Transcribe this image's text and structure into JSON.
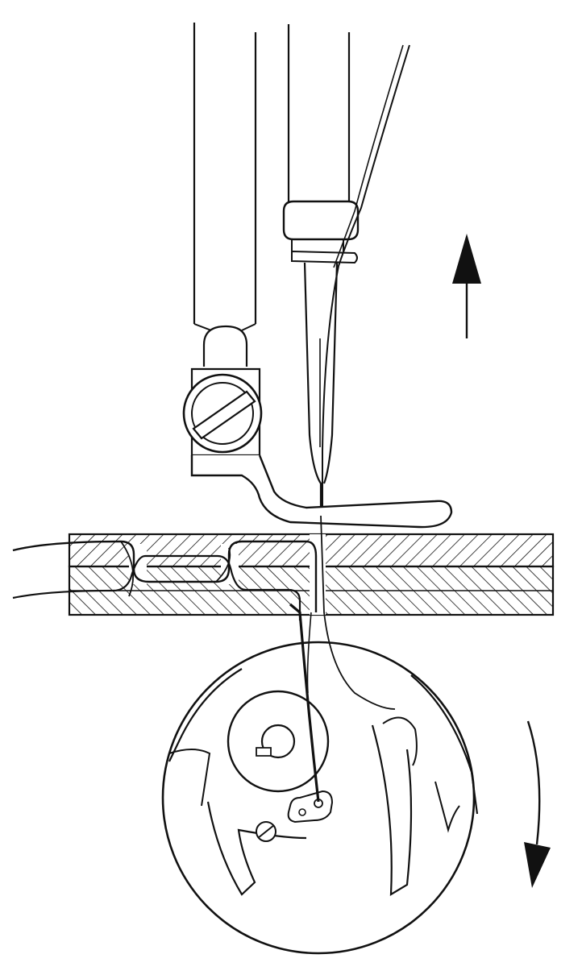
{
  "diagram": {
    "kind": "sewing-machine-lockstitch-formation",
    "colors": {
      "ink": "#111111",
      "background": "#ffffff",
      "thread": "#111111"
    },
    "indicators": [
      {
        "name": "needle-motion-arrow",
        "direction": "up",
        "icon": "arrow-up-icon"
      },
      {
        "name": "hook-rotation-arrow",
        "direction": "counterclockwise-down",
        "icon": "curved-arrow-icon"
      }
    ],
    "parts": [
      "presser-bar",
      "needle-bar",
      "needle-clamp",
      "needle",
      "upper-thread",
      "presser-foot",
      "thumb-screw",
      "fabric-layers",
      "interlocked-stitches",
      "rotary-hook",
      "bobbin-case",
      "bobbin-thread"
    ]
  }
}
